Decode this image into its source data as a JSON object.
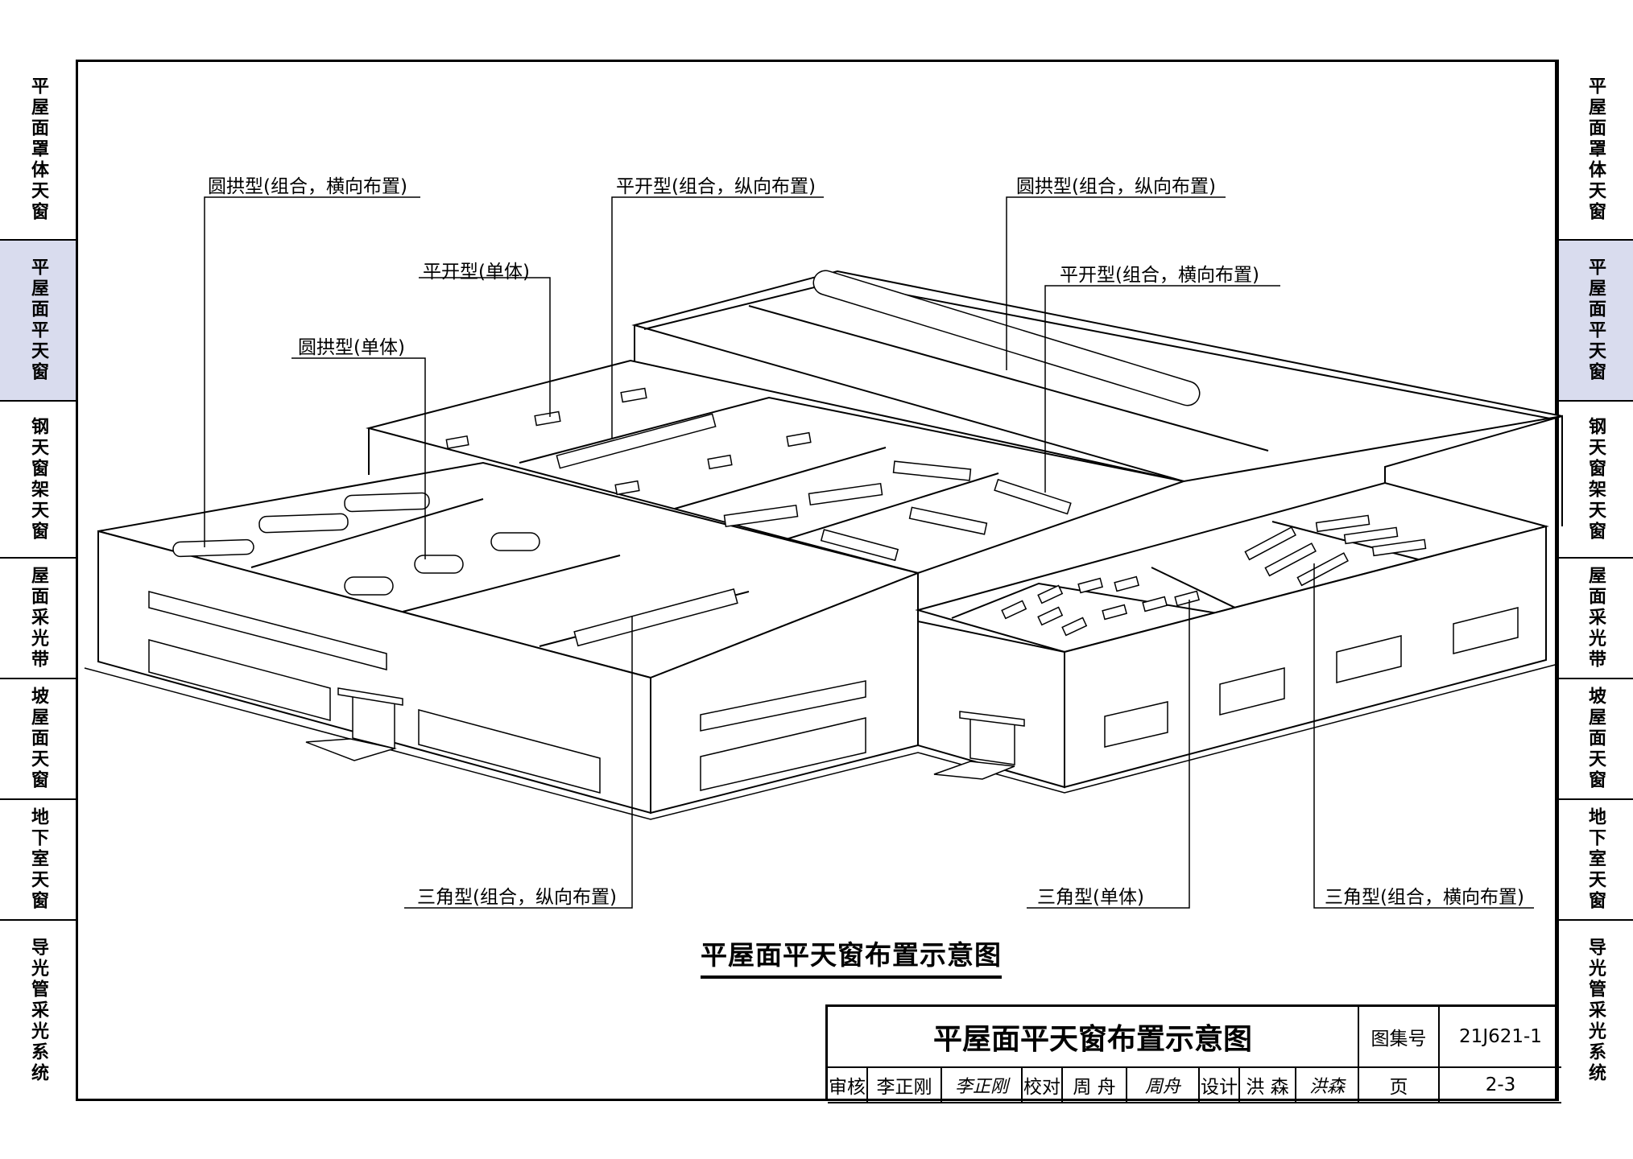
{
  "left_tabs": [
    {
      "label": "平屋面罩体天窗",
      "active": false
    },
    {
      "label": "平屋面平天窗",
      "active": true
    },
    {
      "label": "钢天窗架天窗",
      "active": false
    },
    {
      "label": "屋面采光带",
      "active": false
    },
    {
      "label": "坡屋面天窗",
      "active": false
    },
    {
      "label": "地下室天窗",
      "active": false
    },
    {
      "label": "导光管采光系统",
      "active": false
    }
  ],
  "right_tabs": [
    {
      "label": "平屋面罩体天窗",
      "active": false
    },
    {
      "label": "平屋面平天窗",
      "active": true
    },
    {
      "label": "钢天窗架天窗",
      "active": false
    },
    {
      "label": "屋面采光带",
      "active": false
    },
    {
      "label": "坡屋面天窗",
      "active": false
    },
    {
      "label": "地下室天窗",
      "active": false
    },
    {
      "label": "导光管采光系统",
      "active": false
    }
  ],
  "callouts": {
    "arch_group_transverse": "圆拱型(组合，横向布置)",
    "flat_group_longitudinal": "平开型(组合，纵向布置)",
    "arch_group_longitudinal": "圆拱型(组合，纵向布置)",
    "flat_single": "平开型(单体)",
    "flat_group_transverse": "平开型(组合，横向布置)",
    "arch_single": "圆拱型(单体)",
    "triangle_group_longitudinal": "三角型(组合，纵向布置)",
    "triangle_single": "三角型(单体)",
    "triangle_group_transverse": "三角型(组合，横向布置)"
  },
  "drawing_title": "平屋面平天窗布置示意图",
  "title_block": {
    "title": "平屋面平天窗布置示意图",
    "atlas_label": "图集号",
    "atlas_no": "21J621-1",
    "review_label": "审核",
    "review_name": "李正刚",
    "review_sig": "李正刚",
    "check_label": "校对",
    "check_name": "周 舟",
    "check_sig": "周舟",
    "design_label": "设计",
    "design_name": "洪 森",
    "design_sig": "洪森",
    "page_label": "页",
    "page_no": "2-3"
  }
}
